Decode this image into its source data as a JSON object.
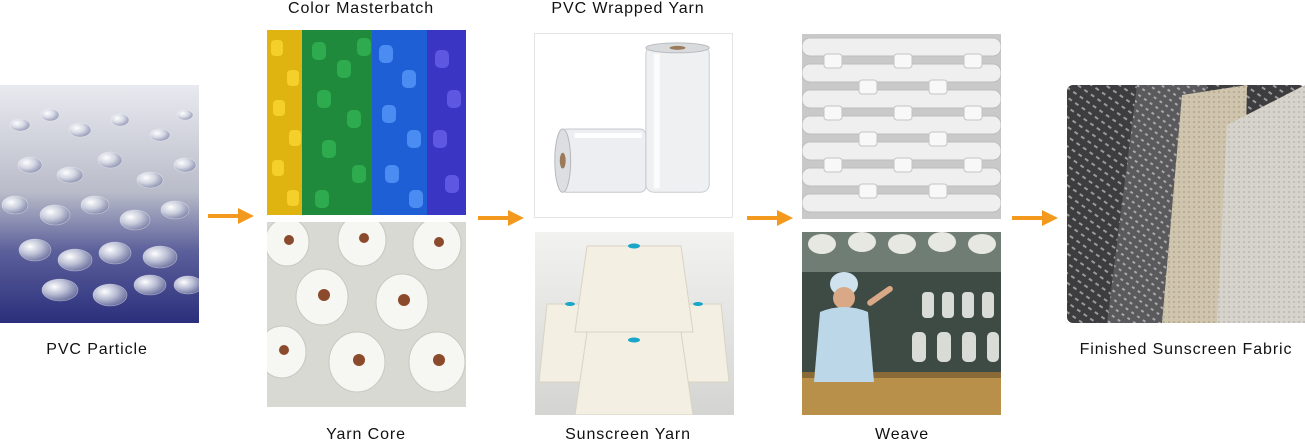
{
  "labels": {
    "pvc_particle": "PVC Particle",
    "color_masterbatch": "Color Masterbatch",
    "yarn_core": "Yarn Core",
    "pvc_wrapped_yarn": "PVC Wrapped Yarn",
    "sunscreen_yarn": "Sunscreen Yarn",
    "weave": "Weave",
    "finished_fabric": "Finished Sunscreen Fabric"
  },
  "colors": {
    "arrow": "#f39a1e",
    "text": "#111111"
  }
}
